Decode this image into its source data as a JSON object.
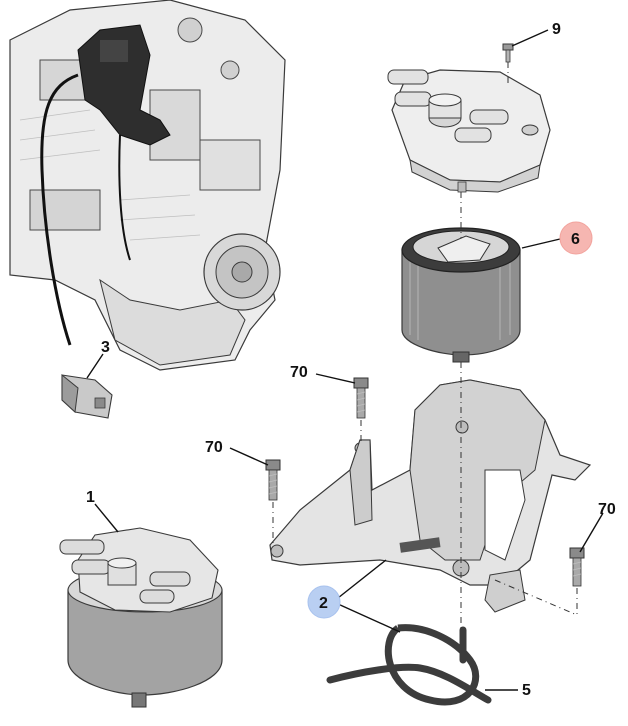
{
  "callouts": [
    {
      "id": "callout-9",
      "label": "9",
      "highlight": "none"
    },
    {
      "id": "callout-6",
      "label": "6",
      "highlight": "#f6b6b1"
    },
    {
      "id": "callout-3",
      "label": "3",
      "highlight": "none"
    },
    {
      "id": "callout-70a",
      "label": "70",
      "highlight": "none"
    },
    {
      "id": "callout-70b",
      "label": "70",
      "highlight": "none"
    },
    {
      "id": "callout-70c",
      "label": "70",
      "highlight": "none"
    },
    {
      "id": "callout-1",
      "label": "1",
      "highlight": "none"
    },
    {
      "id": "callout-2",
      "label": "2",
      "highlight": "#b9cff2"
    },
    {
      "id": "callout-5",
      "label": "5",
      "highlight": "none"
    }
  ],
  "colors": {
    "part_fill": "#e6e6e6",
    "part_shade": "#c9c9c9",
    "part_dark": "#4a4a4a",
    "filter_body": "#8d8d8d",
    "filter_top": "#3e3e3e",
    "outline": "#3a3a3a"
  }
}
